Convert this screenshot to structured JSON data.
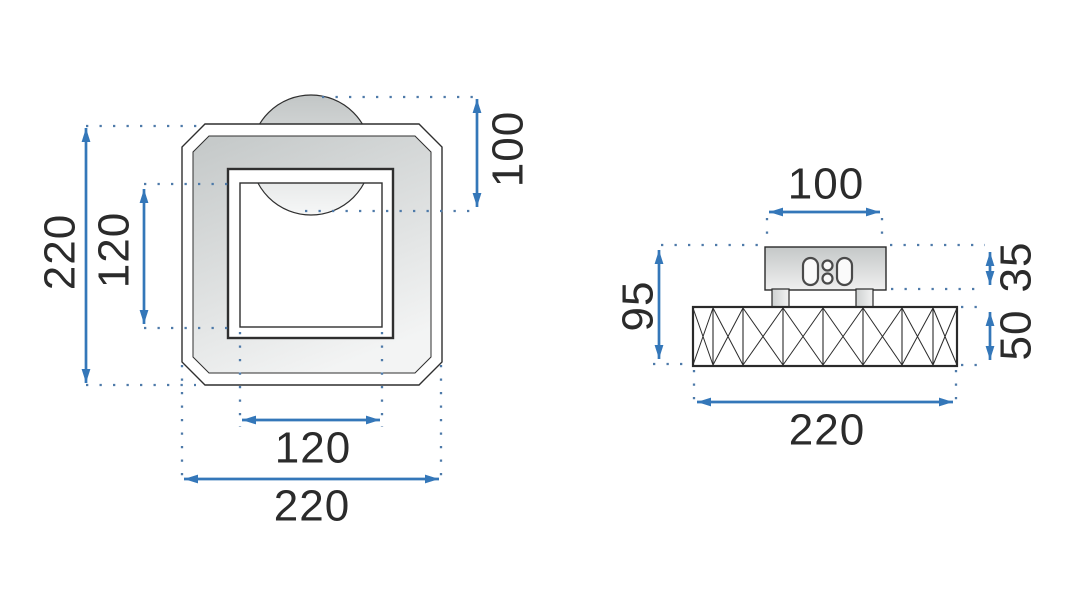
{
  "diagram": {
    "kind": "technical dimension drawing",
    "subject": "ceiling lamp - two projection views",
    "colors": {
      "dimension_arrow": "#3477b9",
      "dotted_guide": "#4e7aa9",
      "label_text": "#2b2b2b",
      "outline": "#2f2f2f",
      "shade_gray_dark": "#c6caca",
      "shade_gray_light": "#f3f4f4"
    },
    "icons": {
      "canopy_plate": "mounting-holes-icon"
    },
    "views": {
      "front": {
        "dims": {
          "overall_height": "220",
          "window_height": "120",
          "dome_diameter": "100",
          "window_width": "120",
          "overall_width": "220"
        }
      },
      "side": {
        "dims": {
          "canopy_width": "100",
          "total_height": "95",
          "canopy_height": "35",
          "band_height": "50",
          "overall_width": "220"
        }
      }
    }
  }
}
